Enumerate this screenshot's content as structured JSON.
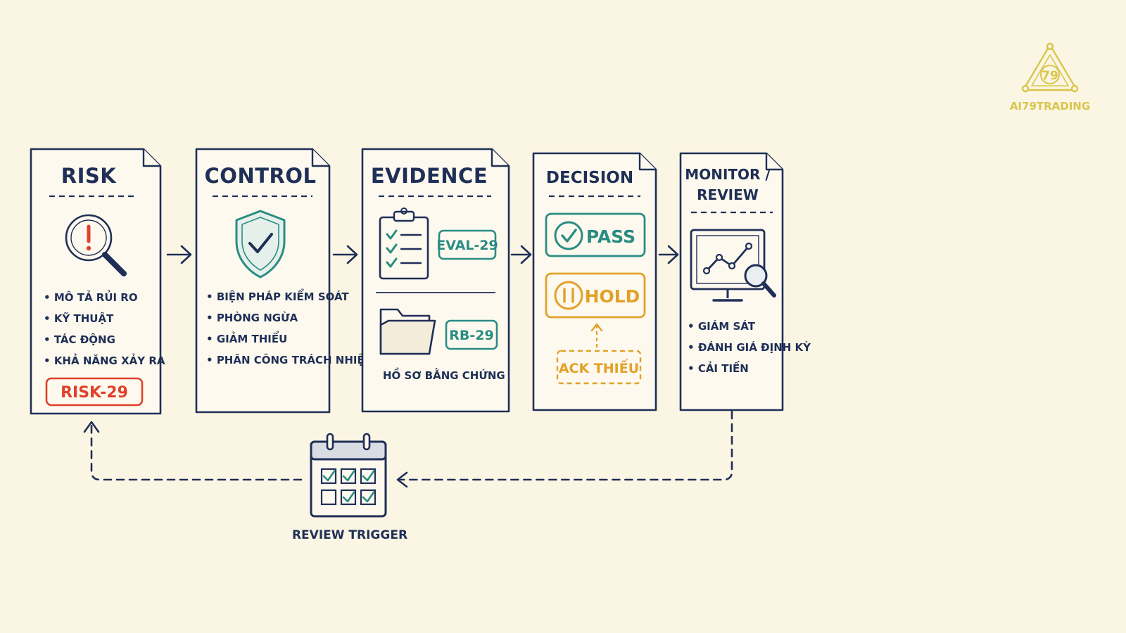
{
  "brand": {
    "name": "AI79TRADING",
    "emblem_text": "79"
  },
  "colors": {
    "ink": "#1f2f57",
    "risk_red": "#e0412b",
    "teal": "#2a8c83",
    "amber": "#e2a12a",
    "brand_gold": "#d8c64a",
    "background": "#fbf5e3"
  },
  "cards": {
    "risk": {
      "title": "RISK",
      "icon": "magnifier-alert-icon",
      "bullets": [
        "MÔ TẢ RỦI RO",
        "KỸ THUẬT",
        "TÁC ĐỘNG",
        "KHẢ NĂNG XẢY RA"
      ],
      "tag": "RISK-29"
    },
    "control": {
      "title": "CONTROL",
      "icon": "shield-check-icon",
      "bullets": [
        "BIỆN PHÁP KIỂM SOÁT",
        "PHÒNG NGỪA",
        "GIẢM THIỂU",
        "PHÂN CÔNG TRÁCH NHIỆM"
      ]
    },
    "evidence": {
      "title": "EVIDENCE",
      "clipboard_icon": "clipboard-checklist-icon",
      "folder_icon": "folder-icon",
      "eval_tag": "EVAL-29",
      "rb_tag": "RB-29",
      "caption": "HỒ SƠ BẰNG CHỨNG"
    },
    "decision": {
      "title": "DECISION",
      "pass_label": "PASS",
      "hold_label": "HOLD",
      "ack_label": "ACK THIẾU"
    },
    "monitor": {
      "title_line1": "MONITOR /",
      "title_line2": "REVIEW",
      "icon": "monitor-chart-icon",
      "bullets": [
        "GIÁM SÁT",
        "ĐÁNH GIÁ ĐỊNH KỲ",
        "CẢI TIẾN"
      ]
    }
  },
  "review_trigger": {
    "label": "REVIEW TRIGGER",
    "icon": "calendar-check-icon"
  }
}
